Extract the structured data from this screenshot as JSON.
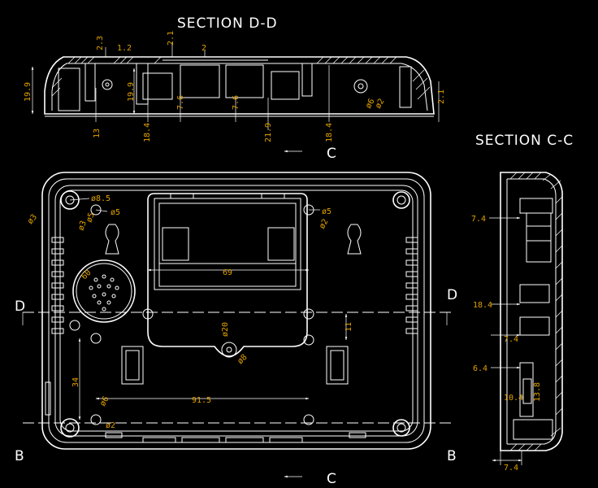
{
  "titles": {
    "section_dd": "SECTION D-D",
    "section_cc": "SECTION C-C"
  },
  "labels": {
    "c": "C",
    "d": "D",
    "b": "B"
  },
  "dims_dd": {
    "d23": "2.3",
    "d12": "1.2",
    "d21a": "2.1",
    "d2": "2",
    "d199a": "19.9",
    "d199b": "19.9",
    "d13": "13",
    "d184a": "18.4",
    "d76a": "7.6",
    "d76b": "7.6",
    "d219": "21.9",
    "d184b": "18.4",
    "d6": "ø6",
    "d2c": "ø2",
    "d21b": "2.1"
  },
  "dims_front": {
    "d85": "ø8.5",
    "d3": "ø3",
    "d3b": "ø3",
    "d5a": "ø5",
    "d5b": "ø5",
    "d5c": "ø5",
    "d2a": "ø2",
    "d60": "60",
    "d69": "69",
    "d20": "ø20",
    "d8": "ø8",
    "d11": "11",
    "d34": "34",
    "d915": "91.5",
    "d6": "ø6",
    "d2b": "ø2"
  },
  "dims_cc": {
    "d74a": "7.4",
    "d184": "18.4",
    "d74b": "7.4",
    "d64": "6.4",
    "d104": "10.4",
    "d138": "13.8",
    "d74c": "7.4"
  }
}
